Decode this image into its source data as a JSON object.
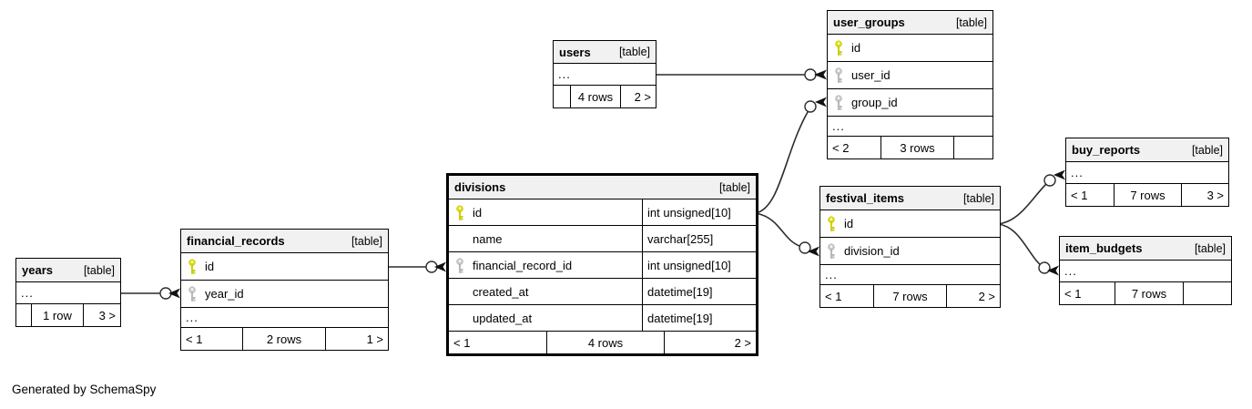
{
  "caption": "Generated by SchemaSpy",
  "colors": {
    "pk_key_color": "#dddd00",
    "fk_key_color": "#c9c9c9",
    "header_bg": "#f1f1f1",
    "edge_color": "#2b2b2b",
    "border_color": "#000000"
  },
  "tables": {
    "users": {
      "name": "users",
      "tag": "[table]",
      "ellipsis": "...",
      "footer": {
        "left": "",
        "center": "4 rows",
        "right": "2 >"
      }
    },
    "user_groups": {
      "name": "user_groups",
      "tag": "[table]",
      "ellipsis": "...",
      "columns": [
        {
          "name": "id",
          "key": "pk"
        },
        {
          "name": "user_id",
          "key": "fk"
        },
        {
          "name": "group_id",
          "key": "fk"
        }
      ],
      "footer": {
        "left": "< 2",
        "center": "3 rows",
        "right": ""
      }
    },
    "buy_reports": {
      "name": "buy_reports",
      "tag": "[table]",
      "ellipsis": "...",
      "footer": {
        "left": "< 1",
        "center": "7 rows",
        "right": "3 >"
      }
    },
    "festival_items": {
      "name": "festival_items",
      "tag": "[table]",
      "ellipsis": "...",
      "columns": [
        {
          "name": "id",
          "key": "pk"
        },
        {
          "name": "division_id",
          "key": "fk"
        }
      ],
      "footer": {
        "left": "< 1",
        "center": "7 rows",
        "right": "2 >"
      }
    },
    "item_budgets": {
      "name": "item_budgets",
      "tag": "[table]",
      "ellipsis": "...",
      "footer": {
        "left": "< 1",
        "center": "7 rows",
        "right": ""
      }
    },
    "divisions": {
      "name": "divisions",
      "tag": "[table]",
      "columns": [
        {
          "name": "id",
          "type": "int unsigned[10]",
          "key": "pk"
        },
        {
          "name": "name",
          "type": "varchar[255]",
          "key": ""
        },
        {
          "name": "financial_record_id",
          "type": "int unsigned[10]",
          "key": "fk"
        },
        {
          "name": "created_at",
          "type": "datetime[19]",
          "key": ""
        },
        {
          "name": "updated_at",
          "type": "datetime[19]",
          "key": ""
        }
      ],
      "footer": {
        "left": "< 1",
        "center": "4 rows",
        "right": "2 >"
      }
    },
    "financial_records": {
      "name": "financial_records",
      "tag": "[table]",
      "ellipsis": "...",
      "columns": [
        {
          "name": "id",
          "key": "pk"
        },
        {
          "name": "year_id",
          "key": "fk"
        }
      ],
      "footer": {
        "left": "< 1",
        "center": "2 rows",
        "right": "1 >"
      }
    },
    "years": {
      "name": "years",
      "tag": "[table]",
      "ellipsis": "...",
      "footer": {
        "left": "",
        "center": "1 row",
        "right": "3 >"
      }
    }
  }
}
